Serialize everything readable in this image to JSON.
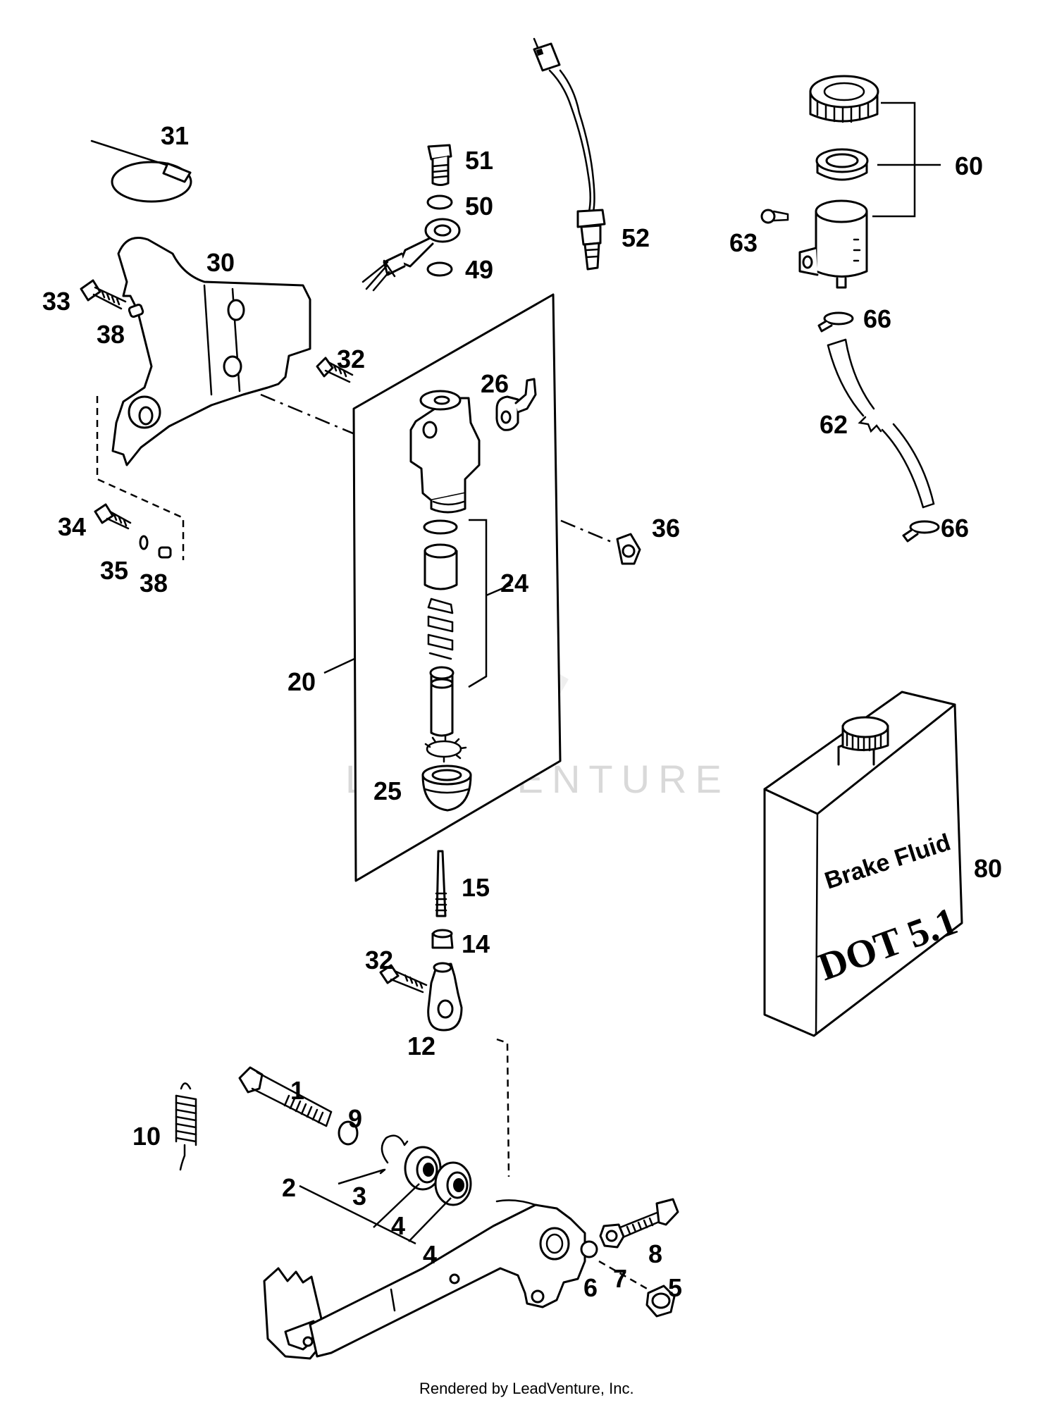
{
  "labels": {
    "l1": "1",
    "l2": "2",
    "l3": "3",
    "l4a": "4",
    "l4b": "4",
    "l5": "5",
    "l6": "6",
    "l7": "7",
    "l8": "8",
    "l9": "9",
    "l10": "10",
    "l12": "12",
    "l14": "14",
    "l15": "15",
    "l20": "20",
    "l24": "24",
    "l25": "25",
    "l26": "26",
    "l30": "30",
    "l31": "31",
    "l32a": "32",
    "l32b": "32",
    "l33": "33",
    "l34": "34",
    "l35": "35",
    "l36": "36",
    "l38a": "38",
    "l38b": "38",
    "l49": "49",
    "l50": "50",
    "l51": "51",
    "l52": "52",
    "l60": "60",
    "l62": "62",
    "l63": "63",
    "l66a": "66",
    "l66b": "66",
    "l80": "80"
  },
  "can_text": {
    "line1": "Brake Fluid",
    "line2": "DOT 5.1"
  },
  "watermark": "LEADVENTURE",
  "footer": "Rendered by LeadVenture, Inc."
}
